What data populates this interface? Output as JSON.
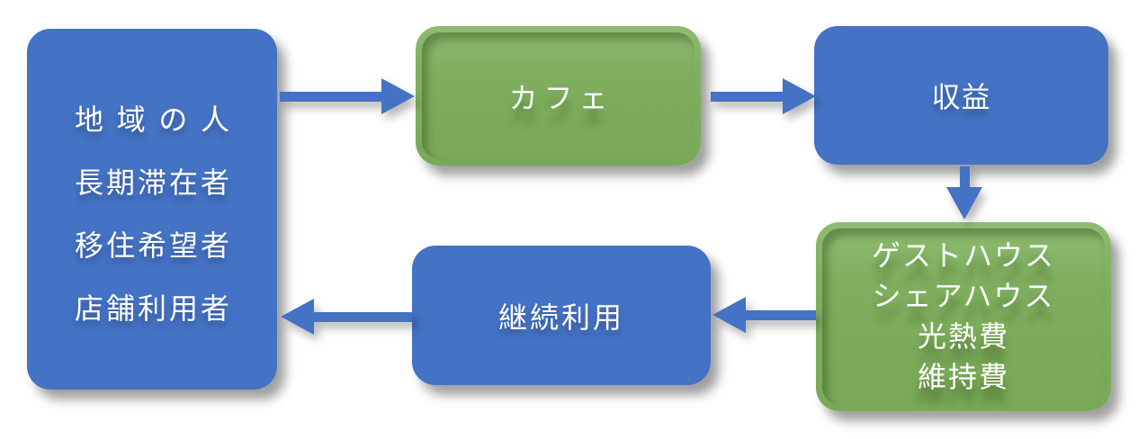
{
  "diagram": {
    "type": "flow-cycle",
    "colors": {
      "node_blue": "#4472C4",
      "node_green": "#7FAF5F",
      "arrow": "#4472C4",
      "text": "#FFFFFF",
      "background": "#FFFFFF"
    },
    "nodes": {
      "users": {
        "lines": [
          "地域の人",
          "長期滞在者",
          "移住希望者",
          "店舗利用者"
        ],
        "color": "blue"
      },
      "cafe": {
        "label": "カフェ",
        "color": "green"
      },
      "revenue": {
        "label": "収益",
        "color": "blue"
      },
      "guesthouse": {
        "lines": [
          "ゲストハウス",
          "シェアハウス",
          "光熱費",
          "維持費"
        ],
        "color": "green"
      },
      "reuse": {
        "label": "継続利用",
        "color": "blue"
      }
    },
    "edges": [
      {
        "from": "users",
        "to": "cafe",
        "direction": "right"
      },
      {
        "from": "cafe",
        "to": "revenue",
        "direction": "right"
      },
      {
        "from": "revenue",
        "to": "guesthouse",
        "direction": "down"
      },
      {
        "from": "guesthouse",
        "to": "reuse",
        "direction": "left"
      },
      {
        "from": "reuse",
        "to": "users",
        "direction": "left"
      }
    ]
  }
}
